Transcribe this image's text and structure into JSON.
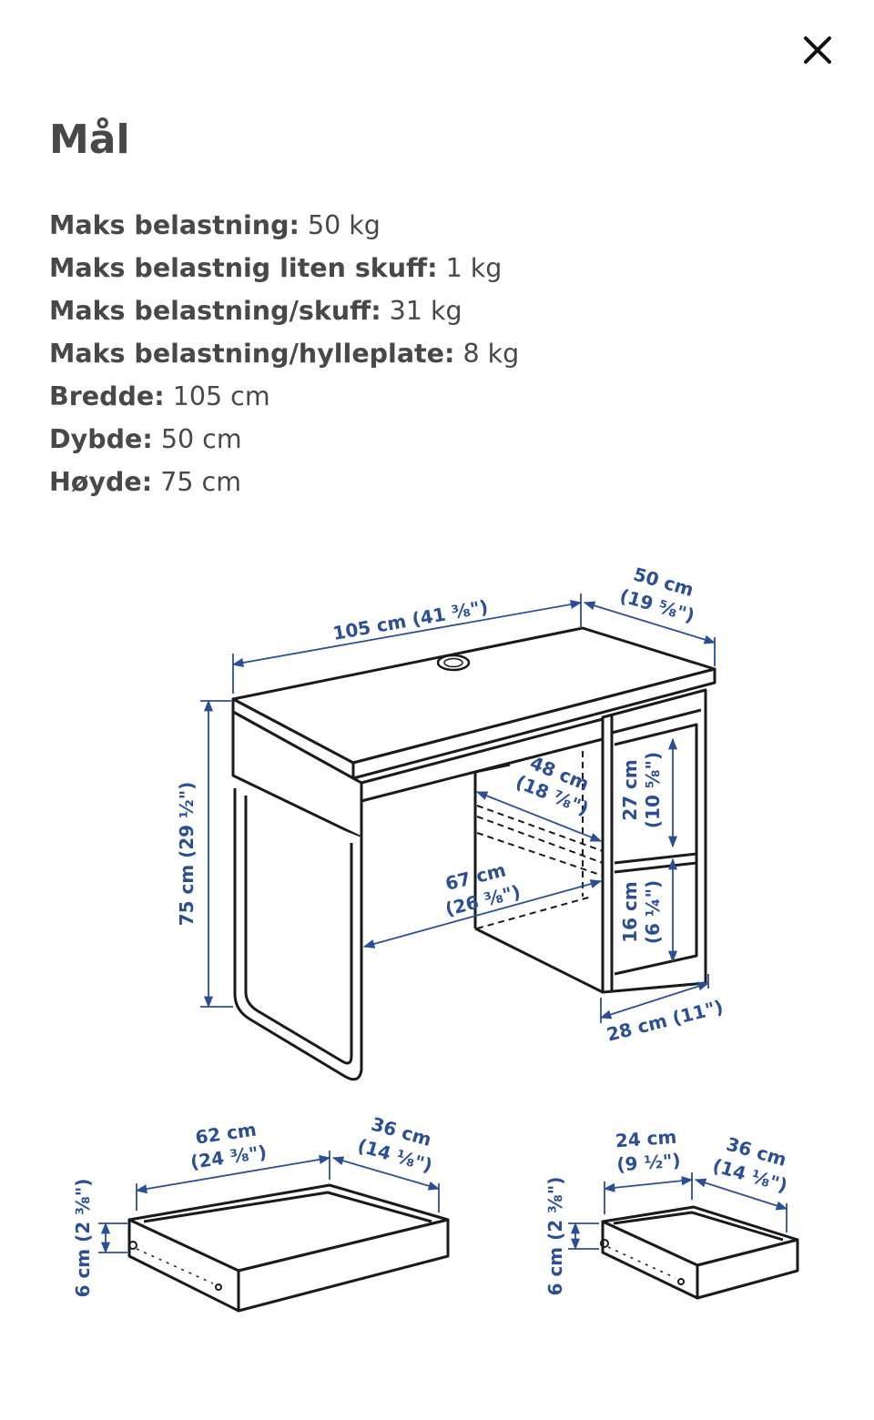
{
  "header": {
    "title": "Mål",
    "close_icon": "close-icon"
  },
  "specs": [
    {
      "label": "Maks belastning:",
      "value": " 50 kg"
    },
    {
      "label": "Maks belastnig liten skuff:",
      "value": " 1 kg"
    },
    {
      "label": "Maks belastning/skuff:",
      "value": " 31 kg"
    },
    {
      "label": "Maks belastning/hylleplate:",
      "value": " 8 kg"
    },
    {
      "label": "Bredde:",
      "value": " 105 cm"
    },
    {
      "label": "Dybde:",
      "value": " 50 cm"
    },
    {
      "label": "Høyde:",
      "value": " 75 cm"
    }
  ],
  "drawing": {
    "dimension_color": "#2c4f94",
    "desk": {
      "width": "105 cm (41 ⅜\")",
      "depth_cm": "50 cm",
      "depth_in": "(19 ⅝\")",
      "height": "75 cm (29 ½\")",
      "inner_depth_cm": "48 cm",
      "inner_depth_in": "(18 ⅞\")",
      "leg_space_cm": "67 cm",
      "leg_space_in": "(26 ⅜\")",
      "shelf_upper_cm": "27 cm",
      "shelf_upper_in": "(10 ⅝\")",
      "shelf_lower_cm": "16 cm",
      "shelf_lower_in": "(6 ¼\")",
      "cabinet_width": "28 cm (11\")"
    },
    "drawer_large": {
      "width_cm": "62 cm",
      "width_in": "(24 ⅜\")",
      "depth_cm": "36 cm",
      "depth_in": "(14 ⅛\")",
      "height": "6 cm (2 ⅜\")"
    },
    "drawer_small": {
      "width_cm": "24 cm",
      "width_in": "(9 ½\")",
      "depth_cm": "36 cm",
      "depth_in": "(14 ⅛\")",
      "height": "6 cm (2 ⅜\")"
    }
  }
}
